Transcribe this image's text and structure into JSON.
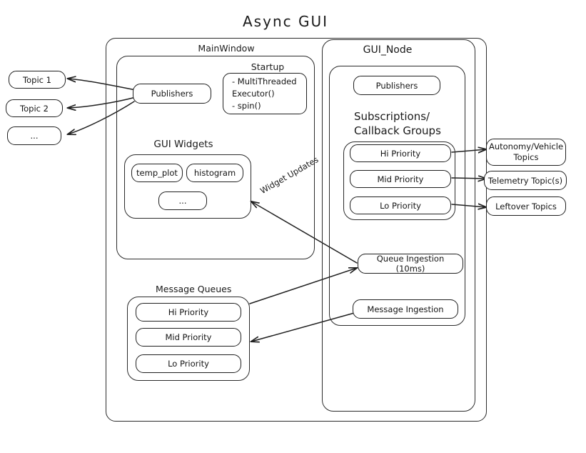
{
  "title": "Async  GUI",
  "groups": {
    "main_window": "MainWindow",
    "gui_node": "GUI_Node",
    "startup": "Startup",
    "gui_widgets": "GUI Widgets",
    "subscriptions": "Subscriptions/\nCallback Groups",
    "subscriptions_line1": "Subscriptions/",
    "subscriptions_line2": "Callback Groups",
    "message_queues": "Message Queues"
  },
  "topics_left": [
    {
      "label": "Topic 1"
    },
    {
      "label": "Topic 2"
    },
    {
      "label": "..."
    }
  ],
  "topics_right": [
    {
      "label": "Autonomy/Vehicle Topics",
      "line1": "Autonomy/Vehicle",
      "line2": "Topics"
    },
    {
      "label": "Telemetry Topic(s)"
    },
    {
      "label": "Leftover Topics"
    }
  ],
  "main_window": {
    "publishers": "Publishers",
    "startup_items": "- MultiThreaded\n  Executor()\n- spin()",
    "widgets": [
      {
        "label": "temp_plot"
      },
      {
        "label": "histogram"
      },
      {
        "label": "..."
      }
    ],
    "queues": [
      {
        "label": "Hi Priority"
      },
      {
        "label": "Mid Priority"
      },
      {
        "label": "Lo Priority"
      }
    ]
  },
  "gui_node": {
    "publishers": "Publishers",
    "priorities": [
      {
        "label": "Hi Priority"
      },
      {
        "label": "Mid Priority"
      },
      {
        "label": "Lo Priority"
      }
    ],
    "queue_ingestion": "Queue Ingestion (10ms)",
    "message_ingestion": "Message Ingestion"
  },
  "edges": {
    "widget_updates": "Widget Updates"
  },
  "colors": {
    "stroke": "#242424",
    "background": "#ffffff",
    "text": "#141414"
  }
}
